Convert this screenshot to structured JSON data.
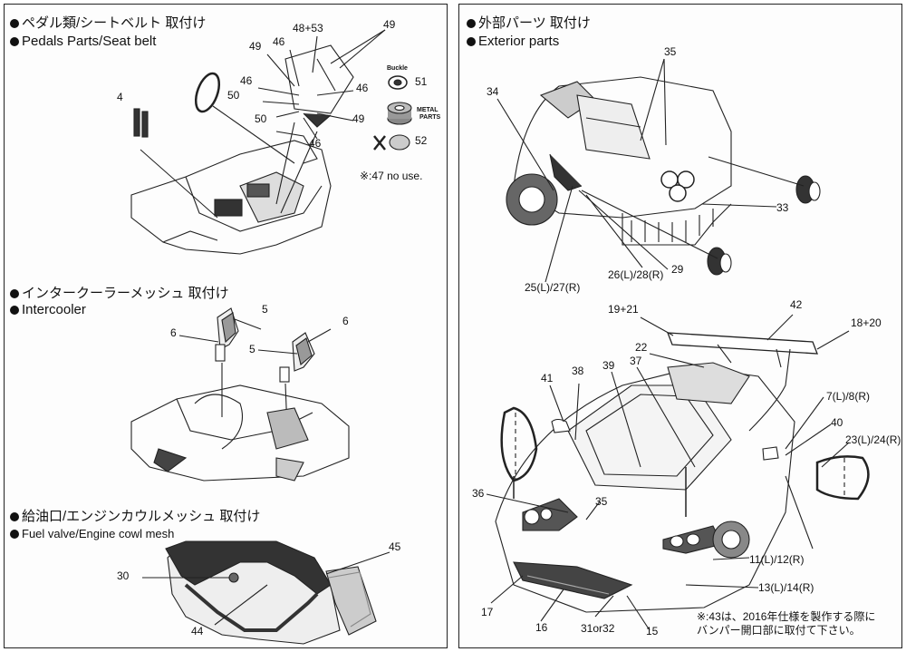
{
  "left_panel": {
    "pedals": {
      "title_jp": "ペダル類/シートベルト 取付け",
      "title_en": "Pedals Parts/Seat belt",
      "labels": [
        "4",
        "49",
        "46",
        "48+53",
        "49",
        "46",
        "46",
        "50",
        "50",
        "49",
        "46"
      ],
      "legend": {
        "buckle_label": "Buckle",
        "buckle_num": "51",
        "metal_label_1": "METAL",
        "metal_label_2": "PARTS",
        "belt_num": "52"
      },
      "note": "※:47 no use."
    },
    "intercooler": {
      "title_jp": "インタークーラーメッシュ 取付け",
      "title_en": "Intercooler",
      "labels": [
        "6",
        "5",
        "6",
        "5"
      ]
    },
    "fuel": {
      "title_jp": "給油口/エンジンカウルメッシュ 取付け",
      "title_en": "Fuel valve/Engine cowl mesh",
      "labels": [
        "45",
        "30",
        "44"
      ]
    }
  },
  "right_panel": {
    "exterior": {
      "title_jp": "外部パーツ 取付け",
      "title_en": "Exterior parts",
      "rear_labels": [
        "35",
        "34",
        "33",
        "29",
        "26(L)/28(R)",
        "25(L)/27(R)"
      ],
      "front_labels": [
        "19+21",
        "42",
        "18+20",
        "22",
        "41",
        "38",
        "39",
        "37",
        "7(L)/8(R)",
        "40",
        "23(L)/24(R)",
        "36",
        "35",
        "11(L)/12(R)",
        "13(L)/14(R)",
        "17",
        "16",
        "31or32",
        "15"
      ],
      "note_line1": "※:43は、2016年仕様を製作する際に",
      "note_line2": "バンパー開口部に取付て下さい。"
    }
  }
}
